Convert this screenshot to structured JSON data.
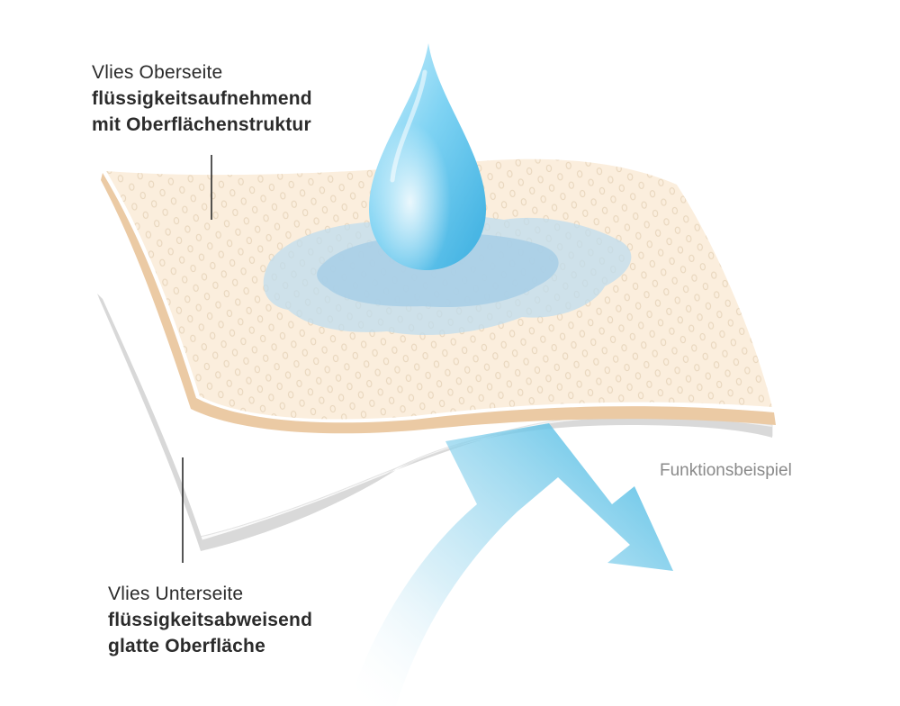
{
  "top_layer": {
    "title": "Vlies Oberseite",
    "line1": "flüssigkeitsaufnehmend",
    "line2": "mit Oberflächenstruktur"
  },
  "bottom_layer": {
    "title": "Vlies Unterseite",
    "line1": "flüssigkeitsabweisend",
    "line2": "glatte Oberfläche"
  },
  "example_caption": "Funktionsbeispiel",
  "colors": {
    "fabric_top": "#fbeedd",
    "fabric_edge": "#e9c9a2",
    "bottom_sheet": "#ffffff",
    "bottom_edge": "#d8d8d8",
    "drop": "#5cc4ec",
    "spill": "#a7d3ea",
    "arrow": "#3fb6e2"
  }
}
